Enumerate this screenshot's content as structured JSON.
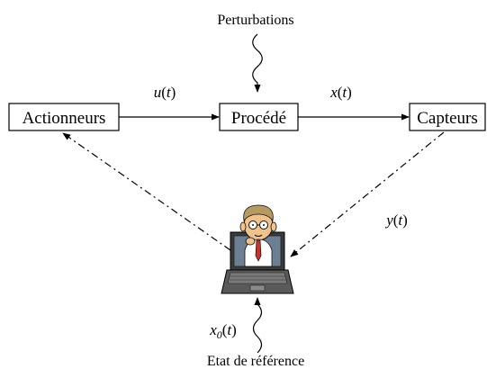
{
  "blocks": {
    "actuators": "Actionneurs",
    "process": "Procédé",
    "sensors": "Capteurs"
  },
  "inputs": {
    "disturbances": "Perturbations",
    "reference": "Etat de référence"
  },
  "signals": {
    "command": {
      "name": "u",
      "open": "(",
      "arg": "t",
      "close": ")"
    },
    "state": {
      "name": "x",
      "open": "(",
      "arg": "t",
      "close": ")"
    },
    "measurement": {
      "name": "y",
      "open": "(",
      "arg": "t",
      "close": ")"
    },
    "reference": {
      "name": "x",
      "sub": "0",
      "open": "(",
      "arg": "t",
      "close": ")"
    }
  },
  "icons": {
    "operator": "operator-laptop-icon"
  }
}
